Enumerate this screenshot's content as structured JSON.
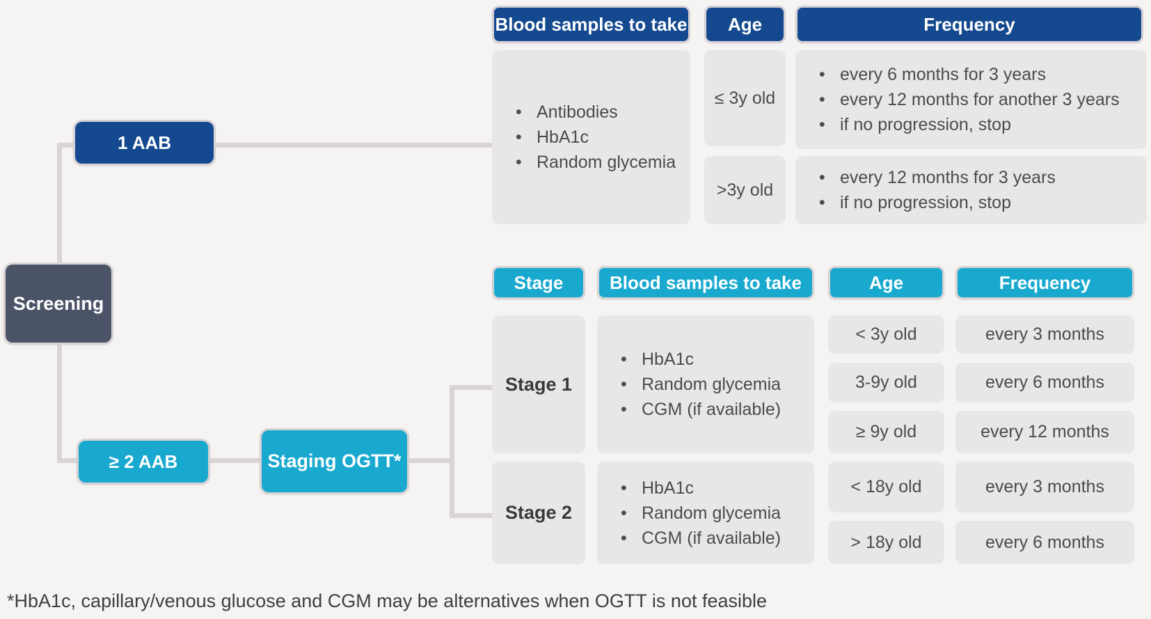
{
  "flow": {
    "screening": "Screening",
    "one_aab": "1 AAB",
    "two_aab": "≥ 2 AAB",
    "staging_ogtt": "Staging OGTT*"
  },
  "top_table": {
    "headers": {
      "samples": "Blood samples to take",
      "age": "Age",
      "frequency": "Frequency"
    },
    "samples": [
      "Antibodies",
      "HbA1c",
      "Random glycemia"
    ],
    "rows": [
      {
        "age": "≤ 3y old",
        "frequency": [
          "every 6 months for 3 years",
          "every 12 months for another 3 years",
          "if no progression, stop"
        ]
      },
      {
        "age": ">3y old",
        "frequency": [
          "every 12 months for 3 years",
          "if no progression, stop"
        ]
      }
    ]
  },
  "bottom_table": {
    "headers": {
      "stage": "Stage",
      "samples": "Blood samples to take",
      "age": "Age",
      "frequency": "Frequency"
    },
    "stages": [
      {
        "label": "Stage 1",
        "samples": [
          "HbA1c",
          "Random glycemia",
          "CGM (if available)"
        ],
        "rows": [
          {
            "age": "< 3y old",
            "frequency": "every 3 months"
          },
          {
            "age": "3-9y old",
            "frequency": "every 6 months"
          },
          {
            "age": "≥ 9y old",
            "frequency": "every 12 months"
          }
        ]
      },
      {
        "label": "Stage 2",
        "samples": [
          "HbA1c",
          "Random glycemia",
          "CGM (if available)"
        ],
        "rows": [
          {
            "age": "< 18y old",
            "frequency": "every 3 months"
          },
          {
            "age": "> 18y old",
            "frequency": "every 6 months"
          }
        ]
      }
    ]
  },
  "footnote": "*HbA1c, capillary/venous glucose and CGM may be alternatives when OGTT is not feasible",
  "colors": {
    "dark_blue": "#14498f",
    "cyan": "#19a9cf",
    "slate": "#4b5467",
    "cell_gray": "#e9e7e5",
    "line_gray": "#d9d4d6",
    "background": "#f5f4f2"
  }
}
